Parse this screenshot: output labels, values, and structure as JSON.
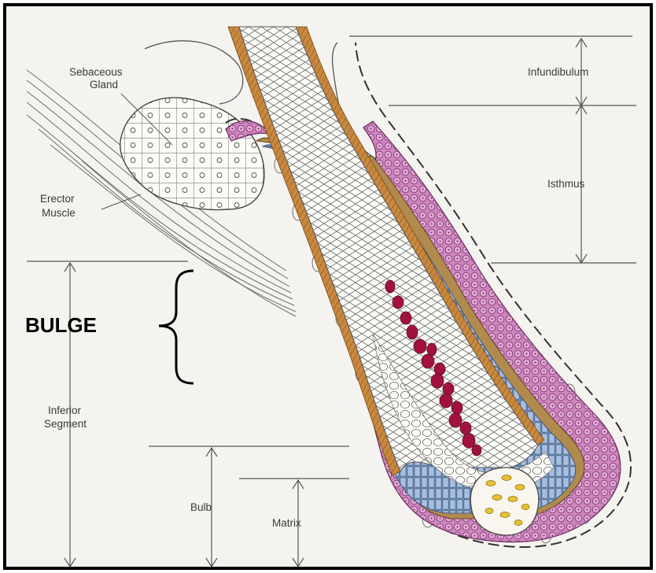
{
  "labels": {
    "sebaceous_line1": "Sebaceous",
    "sebaceous_line2": "Gland",
    "erector_line1": "Erector",
    "erector_line2": "Muscle",
    "infundibulum": "Infundibulum",
    "isthmus": "Isthmus",
    "bulge": "BULGE",
    "inferior_line1": "Inferior",
    "inferior_line2": "Segment",
    "bulb": "Bulb",
    "matrix": "Matrix"
  },
  "colors": {
    "background": "#f4f3ef",
    "outer_root_sheath": "#c97fb8",
    "inner_root_sheath": "#7f9fc9",
    "cuticle": "#c8883f",
    "melanin": "#a3123e",
    "papilla": "#e7c134",
    "line": "#555555"
  }
}
